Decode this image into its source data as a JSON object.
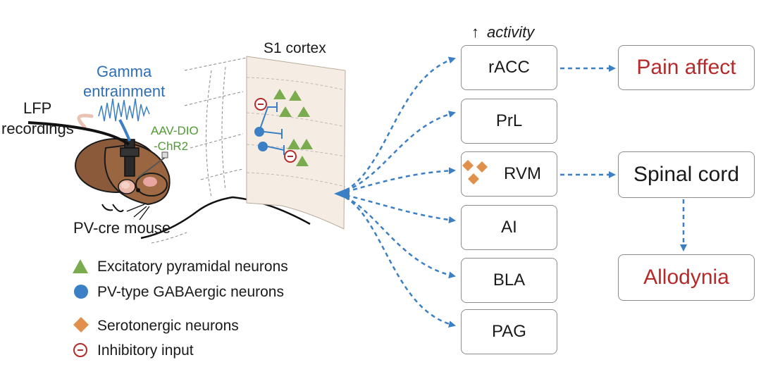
{
  "labels": {
    "lfp_line1": "LFP",
    "lfp_line2": "recordings",
    "gamma_line1": "Gamma",
    "gamma_line2": "entrainment",
    "aav_line1": "AAV-DIO",
    "aav_line2": "-ChR2",
    "mouse": "PV-cre mouse",
    "cortex": "S1 cortex",
    "activity_arrow": "↑",
    "activity": "activity"
  },
  "regions": [
    {
      "id": "racc",
      "label": "rACC"
    },
    {
      "id": "prl",
      "label": "PrL"
    },
    {
      "id": "rvm",
      "label": "RVM"
    },
    {
      "id": "ai",
      "label": "AI"
    },
    {
      "id": "bla",
      "label": "BLA"
    },
    {
      "id": "pag",
      "label": "PAG"
    }
  ],
  "outcomes": {
    "pain_affect": "Pain affect",
    "spinal_cord": "Spinal cord",
    "allodynia": "Allodynia"
  },
  "legend": [
    {
      "icon": "triangle",
      "label": "Excitatory pyramidal neurons"
    },
    {
      "icon": "circle",
      "label": "PV-type GABAergic neurons"
    },
    {
      "icon": "diamond",
      "label": "Serotonergic neurons"
    },
    {
      "icon": "inhibitory-symbol",
      "label": "Inhibitory input"
    }
  ],
  "colors": {
    "excitatory": "#7bab4f",
    "pv_neuron": "#3b7fc4",
    "serotonergic": "#e0904a",
    "inhibitory": "#b52a2a",
    "arrow": "#3b7fc4",
    "outcome_text": "#b52a2a",
    "cortex_fill": "#f5ede3"
  }
}
